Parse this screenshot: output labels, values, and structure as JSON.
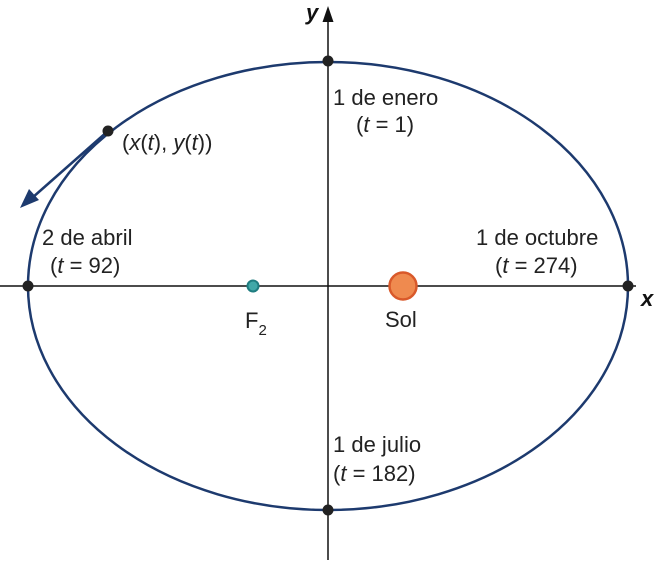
{
  "axes": {
    "x_label": "x",
    "y_label": "y"
  },
  "colors": {
    "orbit": "#1d3a6e",
    "axis": "#111111",
    "point": "#222222",
    "sun_fill": "#ef8a4f",
    "sun_stroke": "#d9592a",
    "focus_fill": "#40a8a8",
    "focus_stroke": "#1f7d80"
  },
  "moving_point": {
    "label_parts": [
      "(",
      "x",
      "(",
      "t",
      "), ",
      "y",
      "(",
      "t",
      "))"
    ]
  },
  "points": {
    "january": {
      "line1": "1 de enero",
      "line2_pre": "(",
      "line2_var": "t",
      "line2_post": " = 1)"
    },
    "april": {
      "line1": "2 de abril",
      "line2_pre": "(",
      "line2_var": "t",
      "line2_post": " = 92)"
    },
    "october": {
      "line1": "1 de octubre",
      "line2_pre": "(",
      "line2_var": "t",
      "line2_post": " = 274)"
    },
    "july": {
      "line1": "1 de julio",
      "line2_pre": "(",
      "line2_var": "t",
      "line2_post": " = 182)"
    }
  },
  "focus": {
    "label": "F",
    "subscript": "2"
  },
  "sun": {
    "label": "Sol"
  }
}
